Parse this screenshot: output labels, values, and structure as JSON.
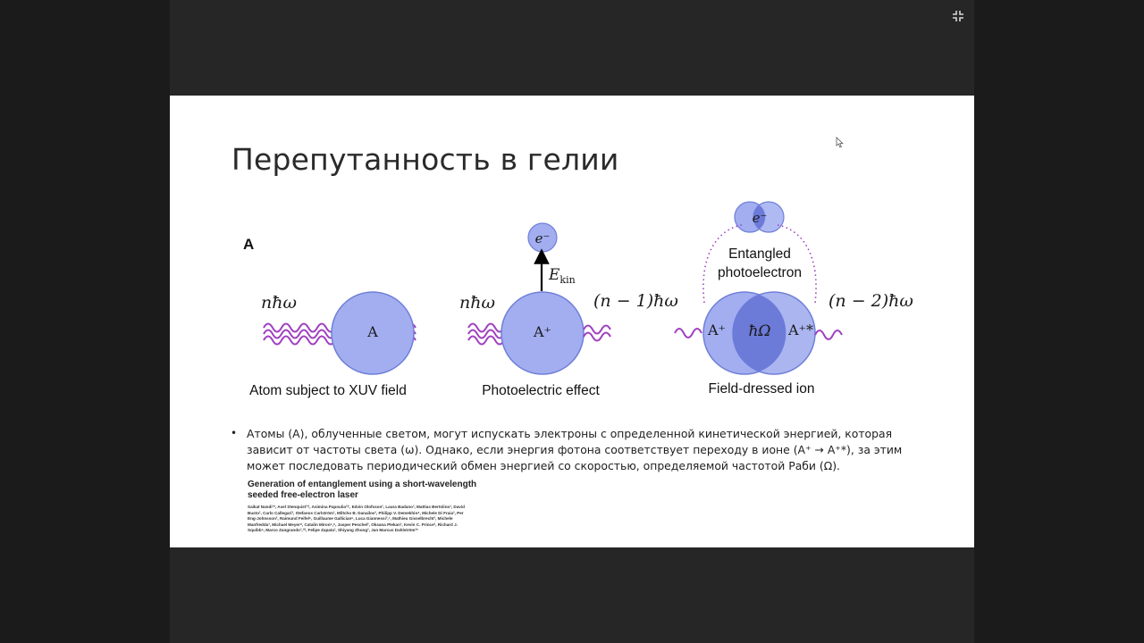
{
  "viewer": {
    "exit_fullscreen_icon": "exit-fullscreen-icon",
    "background": "#1b1b1b"
  },
  "slide": {
    "title": "Перепутанность в гелии",
    "figure": {
      "panel_label": "A",
      "electron": "e⁻",
      "ekin_main": "E",
      "ekin_sub": "kin",
      "photon_n": "nħω",
      "photon_n_minus_1": "(n − 1)ħω",
      "photon_n_minus_2": "(n − 2)ħω",
      "atom": "A",
      "ion": "A⁺",
      "ion_star": "A⁺*",
      "rabi": "ħΩ",
      "entangled_line1": "Entangled",
      "entangled_line2": "photoelectron",
      "captions": [
        "Atom subject to XUV field",
        "Photoelectric effect",
        "Field-dressed ion"
      ],
      "colors": {
        "sphere": "#a2aef0",
        "sphere_edge": "#6f7fd8",
        "overlap": "#6c7ad8",
        "wave": "#a040c0"
      }
    },
    "bullet_text": "Атомы (А), облученные светом, могут испускать электроны с определенной кинетической энергией, которая зависит от частоты света (ω). Однако, если энергия фотона соответствует переходу в ионе (A⁺ → A⁺*), за этим может последовать периодический обмен энергией со скоростью, определяемой частотой Раби (Ω).",
    "paper": {
      "title": "Generation of entanglement using a short-wavelength seeded free-electron laser",
      "authors": "Saikat Nandi¹*, Axel Stenquist²†, Asimina Papoulia²†, Edvin Olofsson², Laura Badano³, Mattias Bertolino², David Busto², Carlo Callegari³, Stefanos Carlström², Miltcho B. Danailov³, Philipp V. Demekhin⁴, Michele Di Fraia³, Per Eng-Johnsson², Raimund Feifel⁵, Guillaume Gallician⁶, Luca Giannessi³,⁷, Mathieu Gisselbrecht², Michele Manfredda³, Michael Meyer⁸, Catalin Miron⁶,⁹, Jasper Peschel², Oksana Plekan³, Kevin C. Prince³, Richard J. Squibb⁵, Marco Zangrando³,¹⁰, Felipe Zapata², Shiyang Zhong², Jan Marcus Dahlström²*"
    }
  }
}
